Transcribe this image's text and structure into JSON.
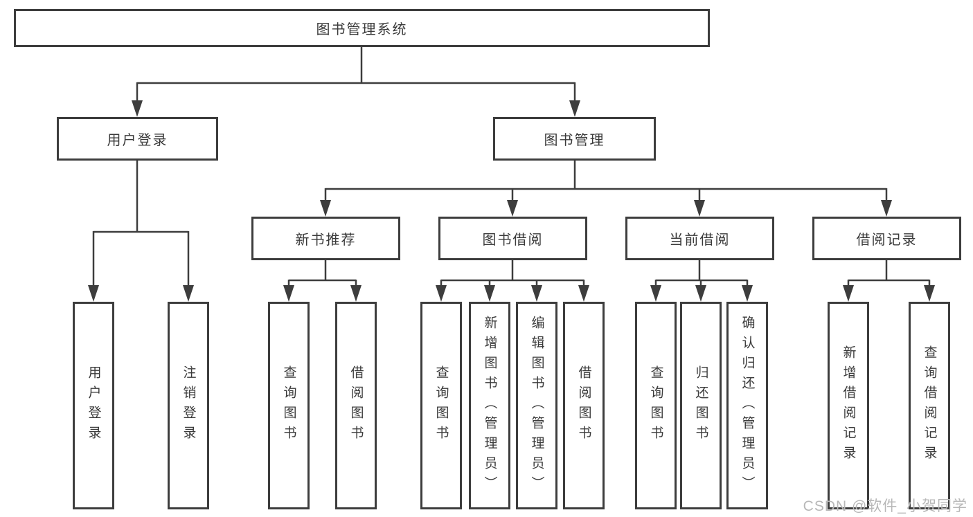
{
  "tree": {
    "label": "图书管理系统",
    "children": [
      {
        "label": "用户登录",
        "children": [
          {
            "label": "用户登录"
          },
          {
            "label": "注销登录"
          }
        ]
      },
      {
        "label": "图书管理",
        "children": [
          {
            "label": "新书推荐",
            "children": [
              {
                "label": "查询图书"
              },
              {
                "label": "借阅图书"
              }
            ]
          },
          {
            "label": "图书借阅",
            "children": [
              {
                "label": "查询图书"
              },
              {
                "label": "新增图书（管理员）"
              },
              {
                "label": "编辑图书（管理员）"
              },
              {
                "label": "借阅图书"
              }
            ]
          },
          {
            "label": "当前借阅",
            "children": [
              {
                "label": "查询图书"
              },
              {
                "label": "归还图书"
              },
              {
                "label": "确认归还（管理员）"
              }
            ]
          },
          {
            "label": "借阅记录",
            "children": [
              {
                "label": "新增借阅记录"
              },
              {
                "label": "查询借阅记录"
              }
            ]
          }
        ]
      }
    ]
  },
  "watermark": "CSDN @软件_小贺同学",
  "colors": {
    "line": "#3d3d3d",
    "text": "#3a3a3a",
    "watermark": "#b8b8b8",
    "background": "#ffffff"
  }
}
